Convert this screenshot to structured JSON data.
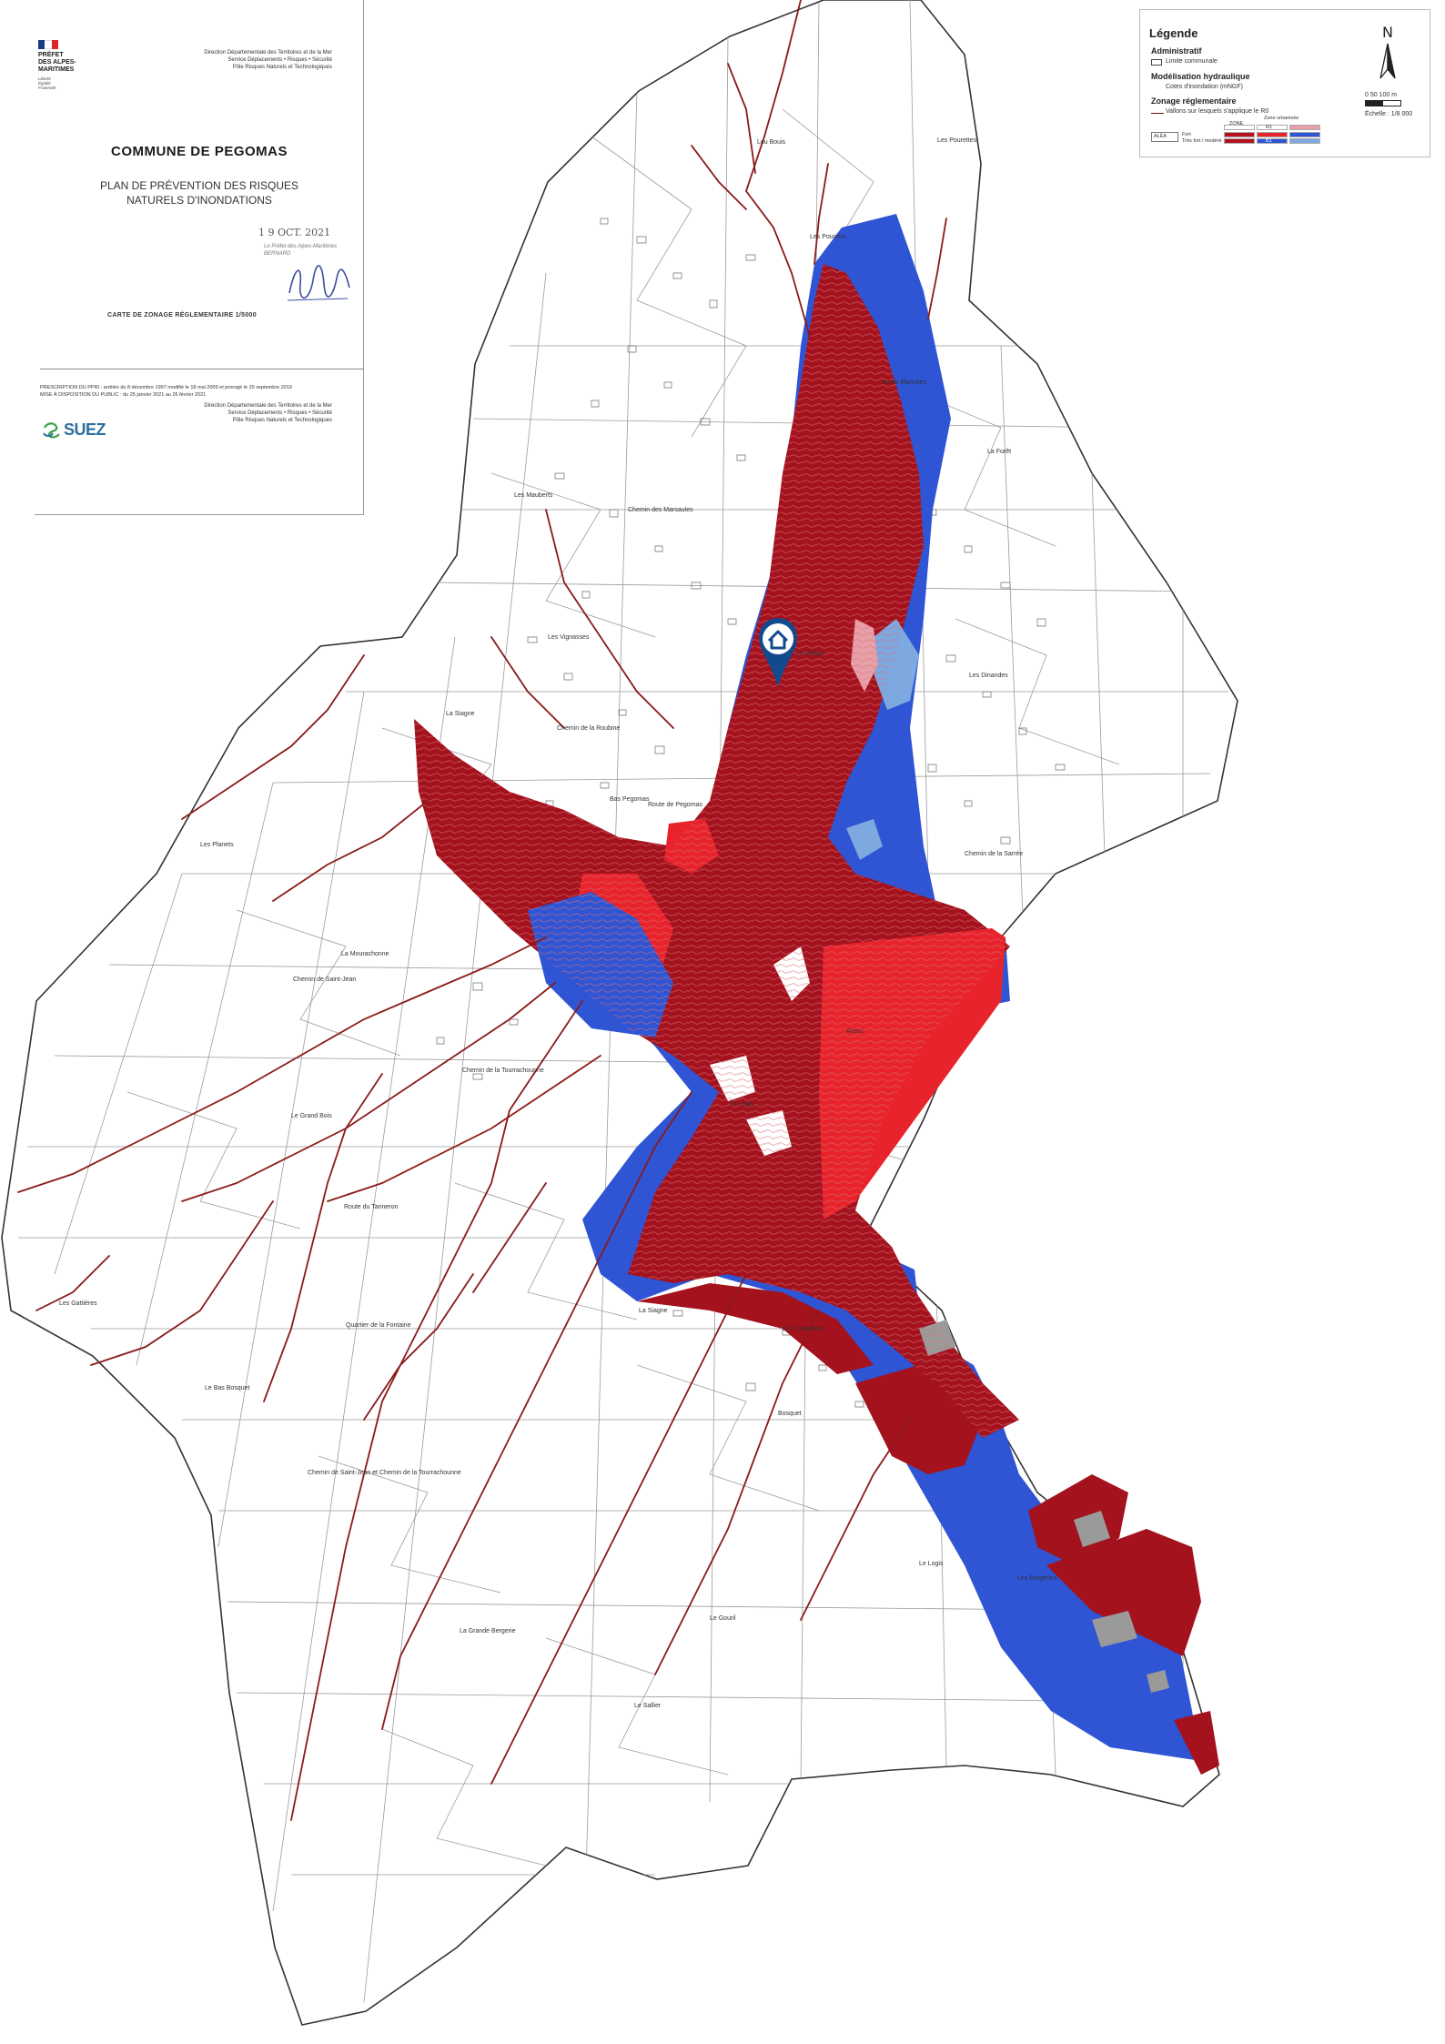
{
  "cartouche": {
    "prefet_lines": [
      "PRÉFET",
      "DES ALPES-",
      "MARITIMES"
    ],
    "prefet_motto": [
      "Liberté",
      "Égalité",
      "Fraternité"
    ],
    "direction_lines": [
      "Direction Départementale des Territoires et de la Mer",
      "Service Déplacements • Risques • Sécurité",
      "Pôle Risques Naturels et Technologiques"
    ],
    "commune": "COMMUNE DE PEGOMAS",
    "plan_title_lines": [
      "PLAN DE PRÉVENTION DES RISQUES",
      "NATURELS D'INONDATIONS"
    ],
    "stamp_date": "1 9 OCT. 2021",
    "stamp_sig_lines": [
      "Le Préfet des Alpes-Maritimes",
      "BERNARD"
    ],
    "carte": "CARTE DE ZONAGE RÉGLEMENTAIRE 1/5000",
    "prescription_lines": [
      "PRESCRIPTION DU PPRI : arrêtés du 8 décembre 1997 modifié le 18 mai 2009 et prorogé le 20 septembre 2019",
      "MISE À DISPOSITION DU PUBLIC : du 25 janvier 2021 au 26 février 2021"
    ],
    "direction2_lines": [
      "Direction Départementale des Territoires et de la Mer",
      "Service Déplacements • Risques • Sécurité",
      "Pôle Risques Naturels et Technologiques"
    ],
    "suez": "SUEZ"
  },
  "legend": {
    "title": "Légende",
    "administratif": "Administratif",
    "limite": "Limite communale",
    "modelisation": "Modélisation hydraulique",
    "cotes": "Cotes d'inondation (mNGF)",
    "zonage": "Zonage réglementaire",
    "vallons": "Vallons sur lesquels s'applique le R0",
    "tab_head": "Zone urbanisée",
    "tab_zone": "ZONE",
    "tab_alea": "ALÉA",
    "tab_row1": "Fort",
    "tab_row2": "Très fort / modéré",
    "tab_c1": "R1",
    "tab_c2": "B1",
    "colors": {
      "red_dark": "#b3121c",
      "red": "#e8232b",
      "blue": "#2f55d4",
      "light_blue": "#7ea8e0",
      "pink": "#e8a0a8",
      "river": "#8a1a1a"
    }
  },
  "north_label": "N",
  "scale": {
    "label": "0   50  100 m",
    "echelle": "Échelle : 1/8 000"
  },
  "map_labels": [
    {
      "text": "Lou Bouis"
    },
    {
      "text": "Les Pourettes"
    },
    {
      "text": "Les Pouriers"
    },
    {
      "text": "Terres Blanches"
    },
    {
      "text": "La Forêt"
    },
    {
      "text": "Les Mauberts"
    },
    {
      "text": "Chemin des Marsaules"
    },
    {
      "text": "Les Vignasses"
    },
    {
      "text": "Chemin de la Roubine"
    },
    {
      "text": "Le Village"
    },
    {
      "text": "Les Dinandes"
    },
    {
      "text": "La Siagne"
    },
    {
      "text": "Bas Pegomas"
    },
    {
      "text": "Route de Pegomas"
    },
    {
      "text": "Chemin de la Sarrée"
    },
    {
      "text": "Les Planets"
    },
    {
      "text": "La Mourachonne"
    },
    {
      "text": "Chemin de Saint-Jean"
    },
    {
      "text": "Chemin de la Tourrachounne"
    },
    {
      "text": "Ardou"
    },
    {
      "text": "Le Grand Bois"
    },
    {
      "text": "Le Logis"
    },
    {
      "text": "Route du Tanneron"
    },
    {
      "text": "Les Gattières"
    },
    {
      "text": "Quartier de la Fontaine"
    },
    {
      "text": "La Siagne"
    },
    {
      "text": "Les Calaneous"
    },
    {
      "text": "Bosquet"
    },
    {
      "text": "Le Bas Bosquet"
    },
    {
      "text": "Chemin de Saint-Jean et Chemin de la Tourrachounne"
    },
    {
      "text": "Le Gouril"
    },
    {
      "text": "La Grande Bergerie"
    },
    {
      "text": "Le Logis"
    },
    {
      "text": "Les Bergeries"
    },
    {
      "text": "Le Sallier"
    }
  ]
}
